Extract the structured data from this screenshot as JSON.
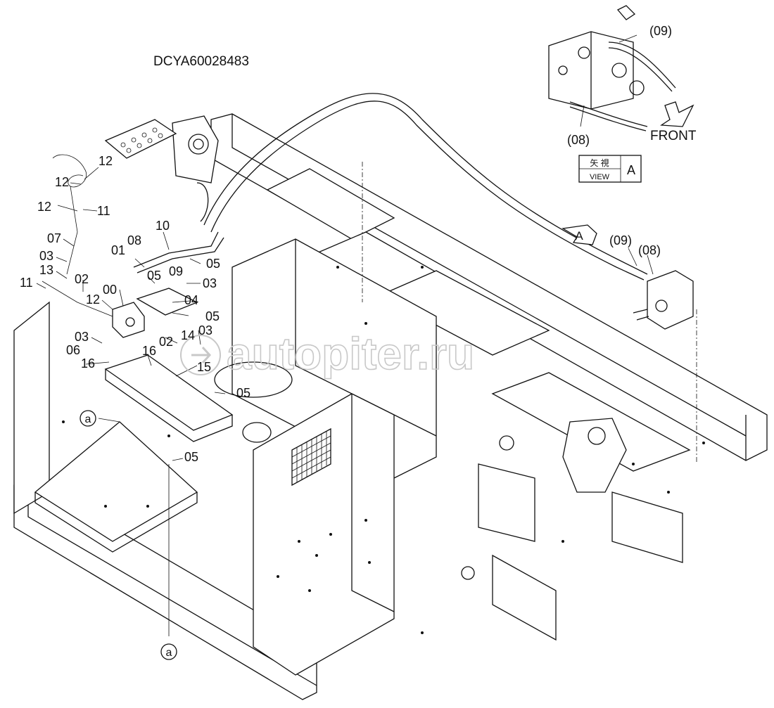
{
  "drawing_code": "DCYA60028483",
  "watermark": "autopiter.ru",
  "front_label": "FRONT",
  "view_box": {
    "kanji": "矢 視",
    "view": "VIEW",
    "letter": "A"
  },
  "view_marker": "A",
  "reference_marks": [
    "a",
    "a"
  ],
  "callouts": [
    "12",
    "12",
    "12",
    "11",
    "07",
    "03",
    "13",
    "11",
    "02",
    "12",
    "00",
    "03",
    "06",
    "16",
    "01",
    "08",
    "10",
    "05",
    "09",
    "05",
    "04",
    "03",
    "05",
    "14",
    "03",
    "02",
    "16",
    "15",
    "05",
    "05",
    "(09)",
    "(08)",
    "(09)",
    "(08)"
  ]
}
